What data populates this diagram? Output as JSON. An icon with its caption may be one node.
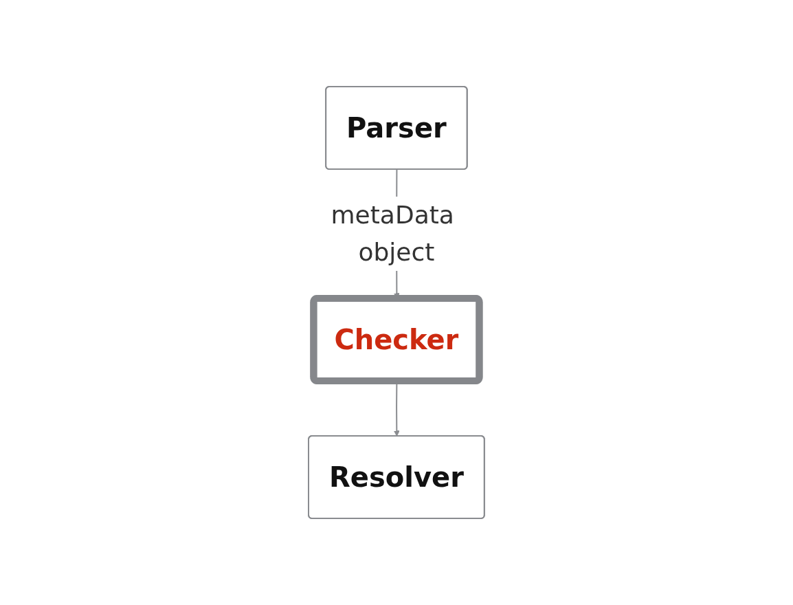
{
  "diagram": {
    "nodes": [
      {
        "text": [
          "Parser"
        ]
      },
      {
        "text": [
          "Checker"
        ]
      },
      {
        "text": [
          "Resolver"
        ]
      }
    ],
    "edges": [
      {
        "from": 0,
        "to": 1,
        "arrow": "to",
        "label": "metaData object"
      },
      {
        "from": 1,
        "to": 2,
        "arrow": "to"
      }
    ]
  }
}
